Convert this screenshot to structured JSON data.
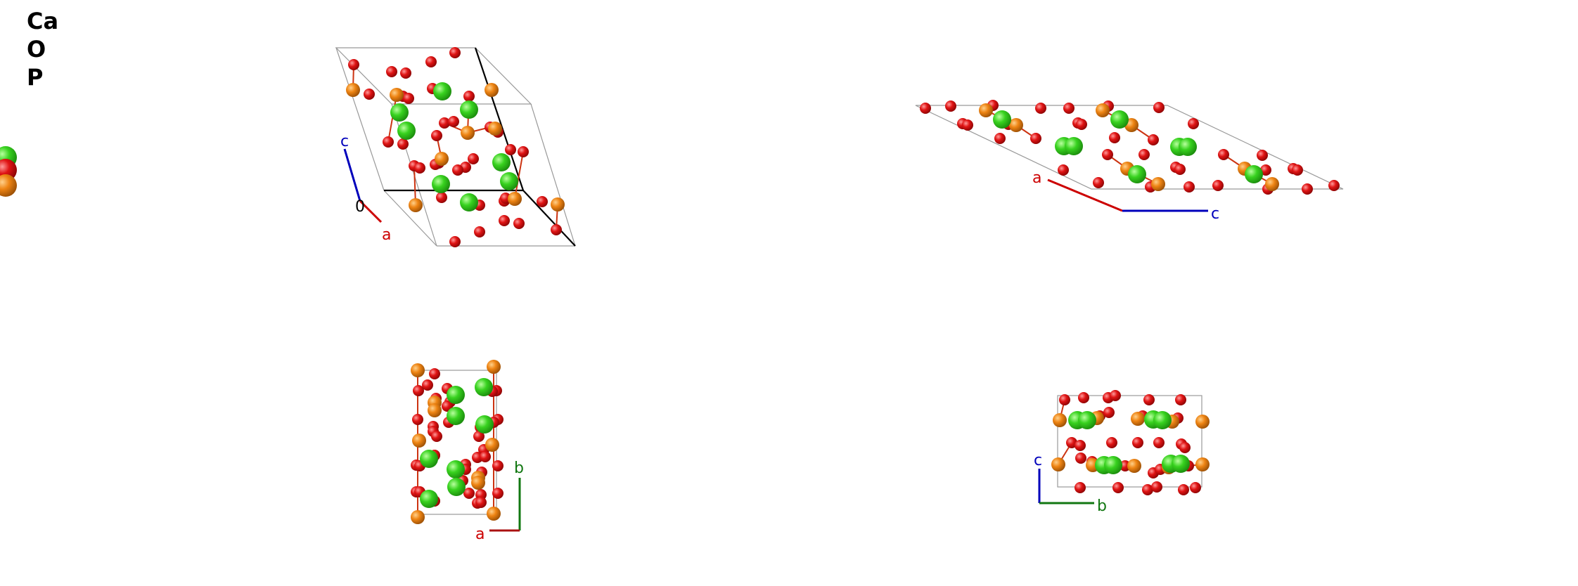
{
  "legend": {
    "elements": [
      {
        "symbol": "Ca",
        "color": "#33cc22"
      },
      {
        "symbol": "O",
        "color": "#dd1111"
      },
      {
        "symbol": "P",
        "color": "#ee8811"
      }
    ]
  },
  "views": {
    "perspective": {
      "axis_labels": {
        "c": "c",
        "a": "a",
        "origin": "0"
      }
    },
    "view_ac": {
      "axis_labels": {
        "a": "a",
        "c": "c"
      }
    },
    "view_ab": {
      "axis_labels": {
        "b": "b",
        "a": "a"
      }
    },
    "view_cb": {
      "axis_labels": {
        "c": "c",
        "b": "b"
      }
    }
  },
  "colors": {
    "cell_edge": "#999999",
    "bond": "#cc3311",
    "axis_a": "#cc0000",
    "axis_b": "#117711",
    "axis_c": "#0000bb"
  }
}
